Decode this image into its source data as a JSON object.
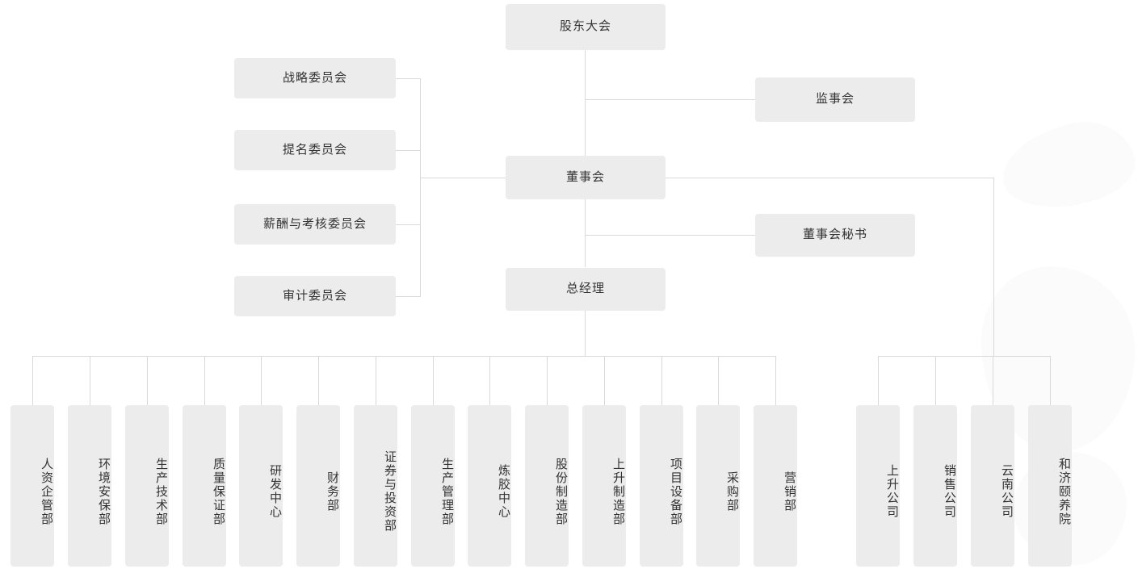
{
  "chart": {
    "type": "org-chart",
    "title": "",
    "colors": {
      "node_fill": "#ececec",
      "node_text": "#333333",
      "connector": "#d9d9d9",
      "background": "#ffffff"
    }
  },
  "top": {
    "shareholders_meeting": "股东大会",
    "board_of_supervisors": "监事会",
    "board_of_directors": "董事会",
    "board_secretary": "董事会秘书",
    "general_manager": "总经理"
  },
  "committees": [
    {
      "label": "战略委员会"
    },
    {
      "label": "提名委员会"
    },
    {
      "label": "薪酬与考核委员会"
    },
    {
      "label": "审计委员会"
    }
  ],
  "departments": [
    {
      "label": "人资企管部"
    },
    {
      "label": "环境安保部"
    },
    {
      "label": "生产技术部"
    },
    {
      "label": "质量保证部"
    },
    {
      "label": "研发中心"
    },
    {
      "label": "财务部"
    },
    {
      "label": "证券与投资部"
    },
    {
      "label": "生产管理部"
    },
    {
      "label": "炼胶中心"
    },
    {
      "label": "股份制造部"
    },
    {
      "label": "上升制造部"
    },
    {
      "label": "项目设备部"
    },
    {
      "label": "采购部"
    },
    {
      "label": "营销部"
    }
  ],
  "subsidiaries": [
    {
      "label": "上升公司"
    },
    {
      "label": "销售公司"
    },
    {
      "label": "云南公司"
    },
    {
      "label": "和济颐养院"
    }
  ]
}
